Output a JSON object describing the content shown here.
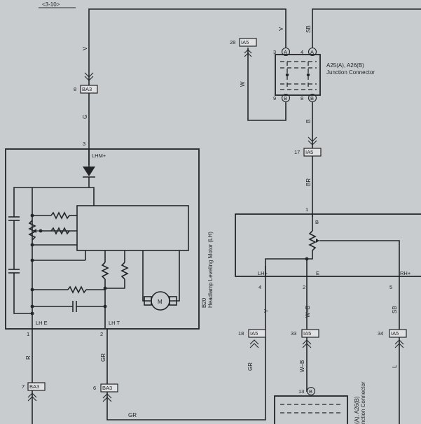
{
  "page_ref": "<3-10>",
  "colors": {
    "paper": "#c9ccce",
    "ink": "#232427",
    "connector_fill": "#dfe1e2"
  },
  "connectors": {
    "ia5_28": {
      "pin": "28",
      "name": "IA5"
    },
    "ba3_8": {
      "pin": "8",
      "name": "BA3"
    },
    "ia5_17": {
      "pin": "17",
      "name": "IA5"
    },
    "ia5_18": {
      "pin": "18",
      "name": "IA5"
    },
    "ia5_33": {
      "pin": "33",
      "name": "IA5"
    },
    "ia5_34": {
      "pin": "34",
      "name": "IA5"
    },
    "ba3_7": {
      "pin": "7",
      "name": "BA3"
    },
    "ba3_6": {
      "pin": "6",
      "name": "BA3"
    }
  },
  "junction": {
    "title": "A25(A), A26(B)",
    "subtitle": "Junction Connector",
    "top_pins": [
      {
        "num": "3",
        "letter": "A"
      },
      {
        "num": "4",
        "letter": "A"
      }
    ],
    "bottom_pins": [
      {
        "num": "9",
        "letter": "B"
      },
      {
        "num": "8",
        "letter": "B"
      }
    ],
    "lower_pin": {
      "num": "13",
      "letter": "B"
    },
    "lower_title": "(A), A26(B)",
    "lower_subtitle": "nction Connector"
  },
  "wire_colors": {
    "v_left": "V",
    "v_right": "V",
    "sb_top": "SB",
    "w": "W",
    "g": "G",
    "b": "B",
    "br": "BR",
    "y": "Y",
    "wb_1": "W–B",
    "sb_lower": "SB",
    "gr_left": "GR",
    "wb_2": "W–B",
    "l": "L",
    "r": "R",
    "gr_bottom": "GR",
    "gr_horiz": "GR"
  },
  "left_motor": {
    "code": "B20",
    "name": "Headlamp Leveling Motor (LH)",
    "pin_top": "3",
    "pin_top_label": "LHM+",
    "pin1": "1",
    "pin1_label": "LH E",
    "pin2": "2",
    "pin2_label": "LH T",
    "motor_symbol": "M"
  },
  "right_box": {
    "pin_top": "1",
    "pin_top_label": "B",
    "pin4": "4",
    "pin4_label": "LH+",
    "pin2": "2",
    "pin2_label": "E",
    "pin5": "5",
    "pin5_label": "RH+"
  }
}
